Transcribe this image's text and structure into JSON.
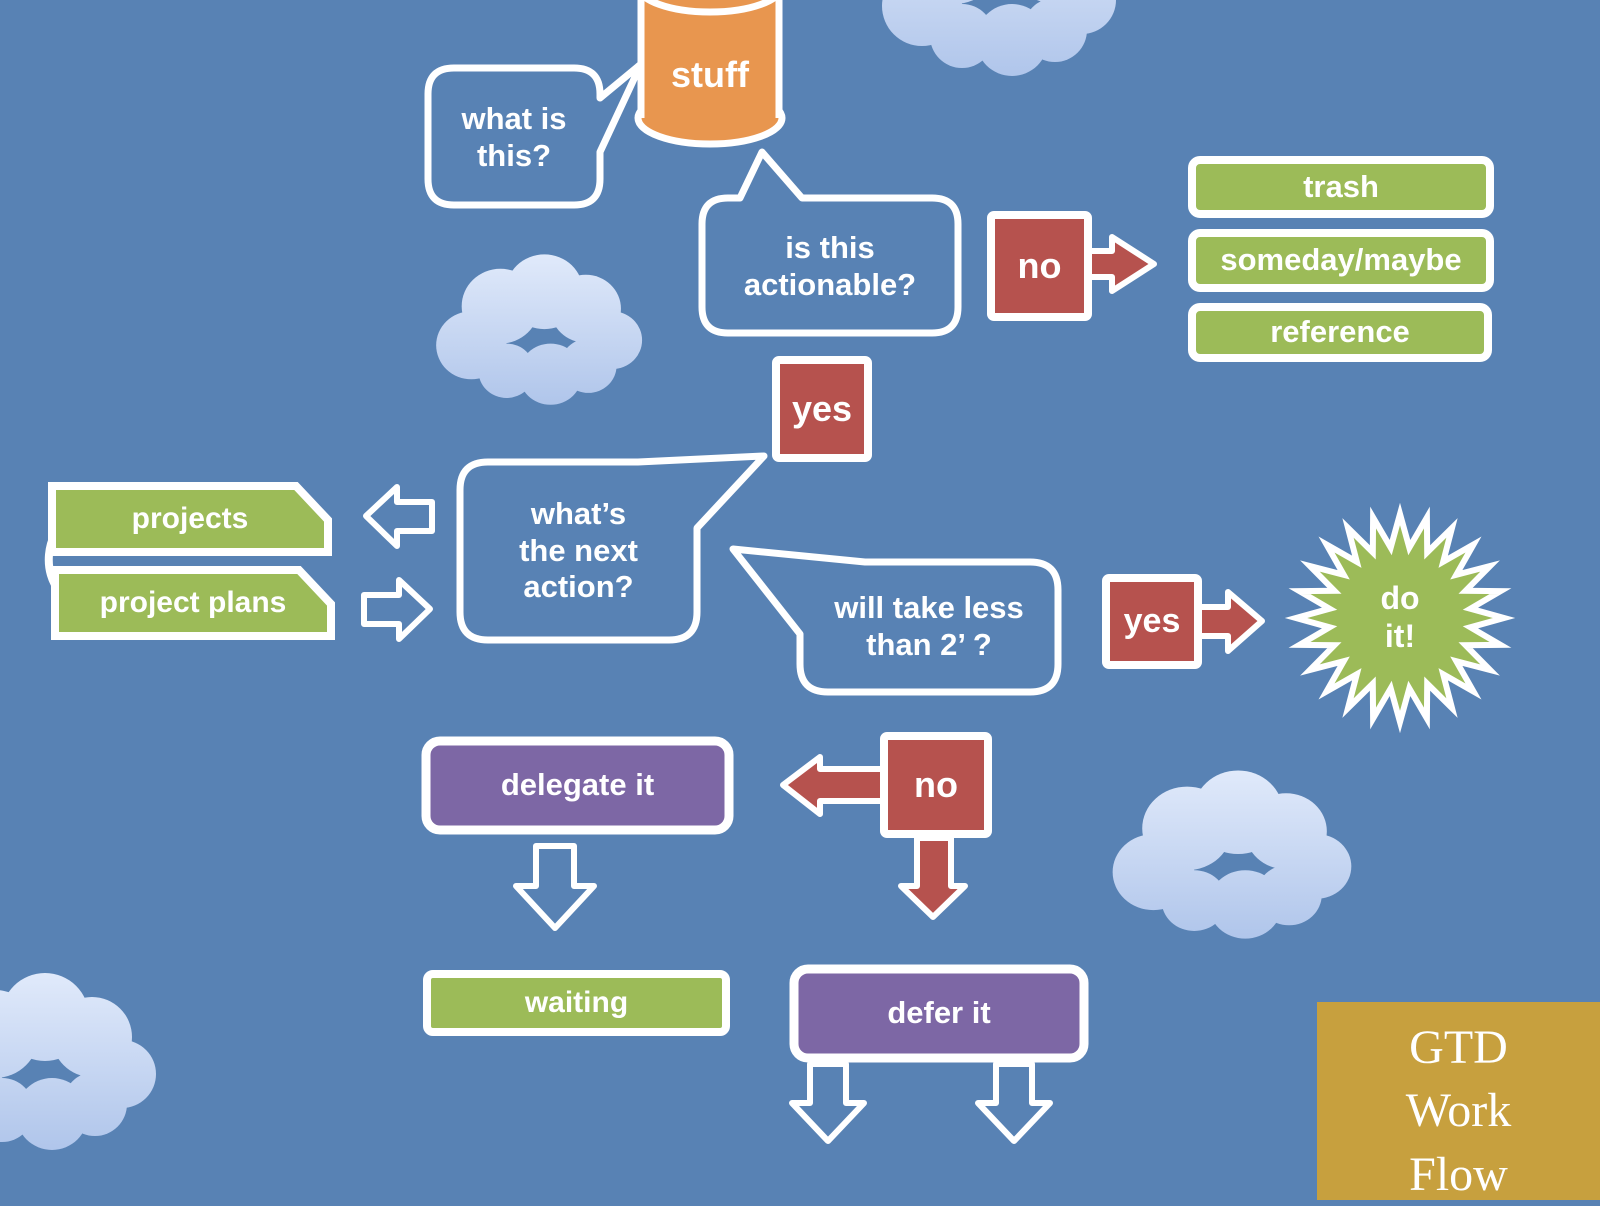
{
  "colors": {
    "sky": "#5882b4",
    "cloud": "#c9d9f2",
    "outline_white": "#ffffff",
    "answer_red": "#b6524e",
    "outcome_green": "#9cbb58",
    "outcome_purple": "#7d67a5",
    "inbox_orange": "#e8964f",
    "title_gold": "#c7a03e"
  },
  "inbox": {
    "label": "stuff"
  },
  "questions": {
    "what_is_this": "what is\nthis?",
    "is_this_actionable": "is this\nactionable?",
    "whats_next_action": "what’s\nthe next\naction?",
    "will_take_less": "will take less\nthan 2’ ?"
  },
  "answers": {
    "not_actionable": "no",
    "actionable": "yes",
    "under_two_min": "yes",
    "over_two_min": "no"
  },
  "outcomes": {
    "trash": "trash",
    "someday_maybe": "someday/maybe",
    "reference": "reference",
    "projects": "projects",
    "project_plans": "project plans",
    "do_it": "do\nit!",
    "delegate_it": "delegate it",
    "waiting": "waiting",
    "defer_it": "defer it"
  },
  "title_card": {
    "text": "GTD\nWork\nFlow"
  }
}
